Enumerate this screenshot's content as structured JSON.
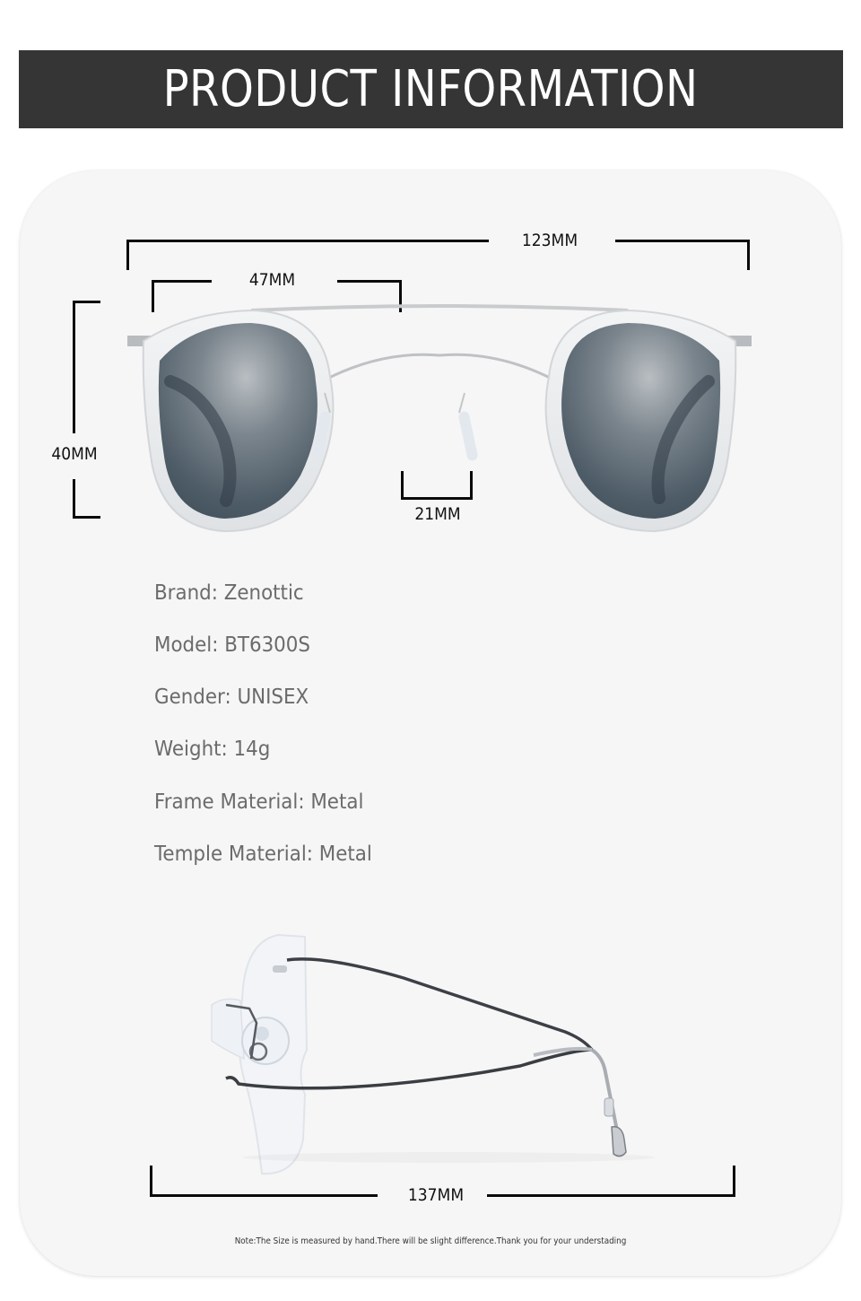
{
  "header": {
    "title": "PRODUCT INFORMATION",
    "background_color": "#353535",
    "text_color": "#ffffff"
  },
  "front_view": {
    "image": "round-sunglasses-front-icon",
    "lens_color": "#44535f",
    "frame_color": "#e8eaec",
    "dimensions": {
      "total_width": "123MM",
      "lens_width": "47MM",
      "lens_height": "40MM",
      "bridge_width": "21MM"
    }
  },
  "specs": [
    {
      "label": "Brand",
      "value": "Zenottic",
      "text": "Brand: Zenottic"
    },
    {
      "label": "Model",
      "value": "BT6300S",
      "text": "Model: BT6300S"
    },
    {
      "label": "Gender",
      "value": "UNISEX",
      "text": "Gender: UNISEX"
    },
    {
      "label": "Weight",
      "value": "14g",
      "text": "Weight: 14g"
    },
    {
      "label": "Frame Material",
      "value": "Metal",
      "text": "Frame Material: Metal"
    },
    {
      "label": "Temple Material",
      "value": "Metal",
      "text": "Temple Material: Metal"
    }
  ],
  "side_view": {
    "image": "glasses-side-temple-icon",
    "dimensions": {
      "temple_length": "137MM"
    }
  },
  "footer": {
    "note": "Note:The Size is measured by hand.There will be slight difference.Thank you for your understading"
  }
}
